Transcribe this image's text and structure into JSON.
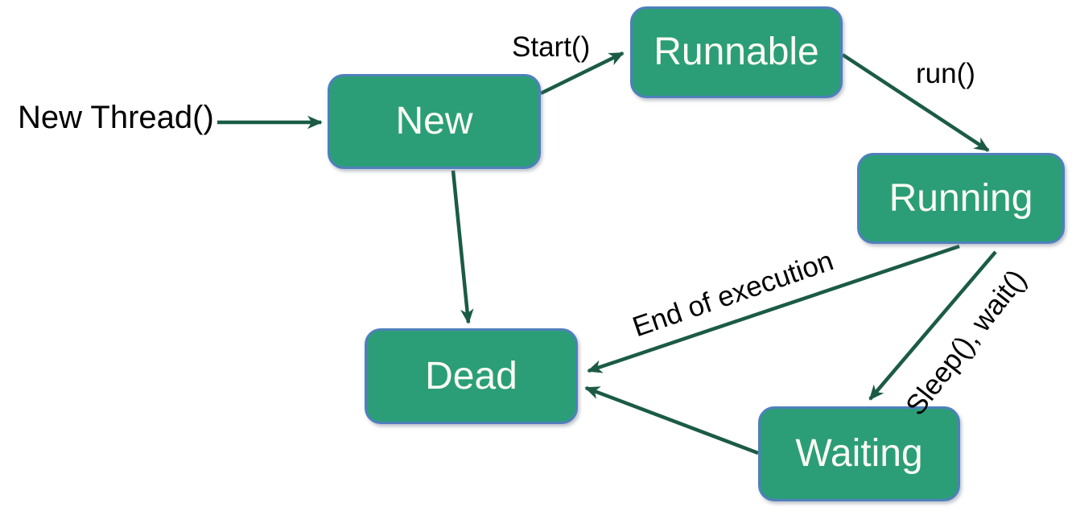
{
  "diagram": {
    "entry_label": "New Thread()",
    "nodes": [
      {
        "id": "new",
        "label": "New"
      },
      {
        "id": "runnable",
        "label": "Runnable"
      },
      {
        "id": "running",
        "label": "Running"
      },
      {
        "id": "dead",
        "label": "Dead"
      },
      {
        "id": "waiting",
        "label": "Waiting"
      }
    ],
    "edges": [
      {
        "from": "entry",
        "to": "new",
        "label": ""
      },
      {
        "from": "new",
        "to": "runnable",
        "label": "Start()"
      },
      {
        "from": "runnable",
        "to": "running",
        "label": "run()"
      },
      {
        "from": "new",
        "to": "dead",
        "label": ""
      },
      {
        "from": "running",
        "to": "dead",
        "label": "End of execution"
      },
      {
        "from": "running",
        "to": "waiting",
        "label": "Sleep(), wait()"
      },
      {
        "from": "waiting",
        "to": "dead",
        "label": ""
      }
    ],
    "colors": {
      "node_fill": "#2B9E78",
      "node_border": "#4E80BB",
      "node_text": "#FCFCF4",
      "arrow": "#1B5B46",
      "label_text": "#000000",
      "background": "#FFFFFF"
    }
  }
}
